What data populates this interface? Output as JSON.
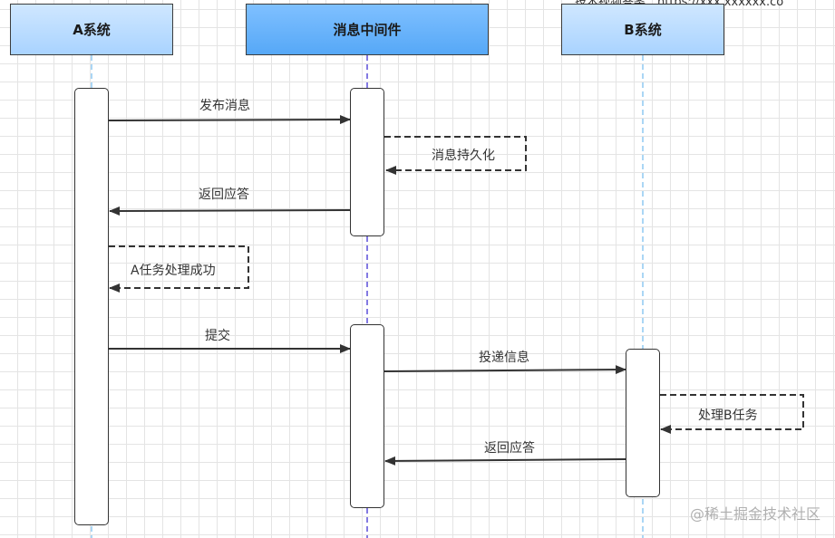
{
  "participants": {
    "a": "A系统",
    "mq": "消息中间件",
    "b": "B系统"
  },
  "messages": {
    "publish": "发布消息",
    "persist": "消息持久化",
    "reply1": "返回应答",
    "a_success": "A任务处理成功",
    "commit": "提交",
    "deliver": "投递信息",
    "process_b": "处理B任务",
    "reply2": "返回应答"
  },
  "top_note": "技术视频答案：https://xxx.xxxxxx.co",
  "watermark": "@稀土掘金技术社区",
  "colors": {
    "mq_header": "#56a8f7",
    "side_header": "#a9d3ff",
    "lifeline_a_b": "#8ec8f2",
    "lifeline_mq": "#5a4fd8"
  }
}
